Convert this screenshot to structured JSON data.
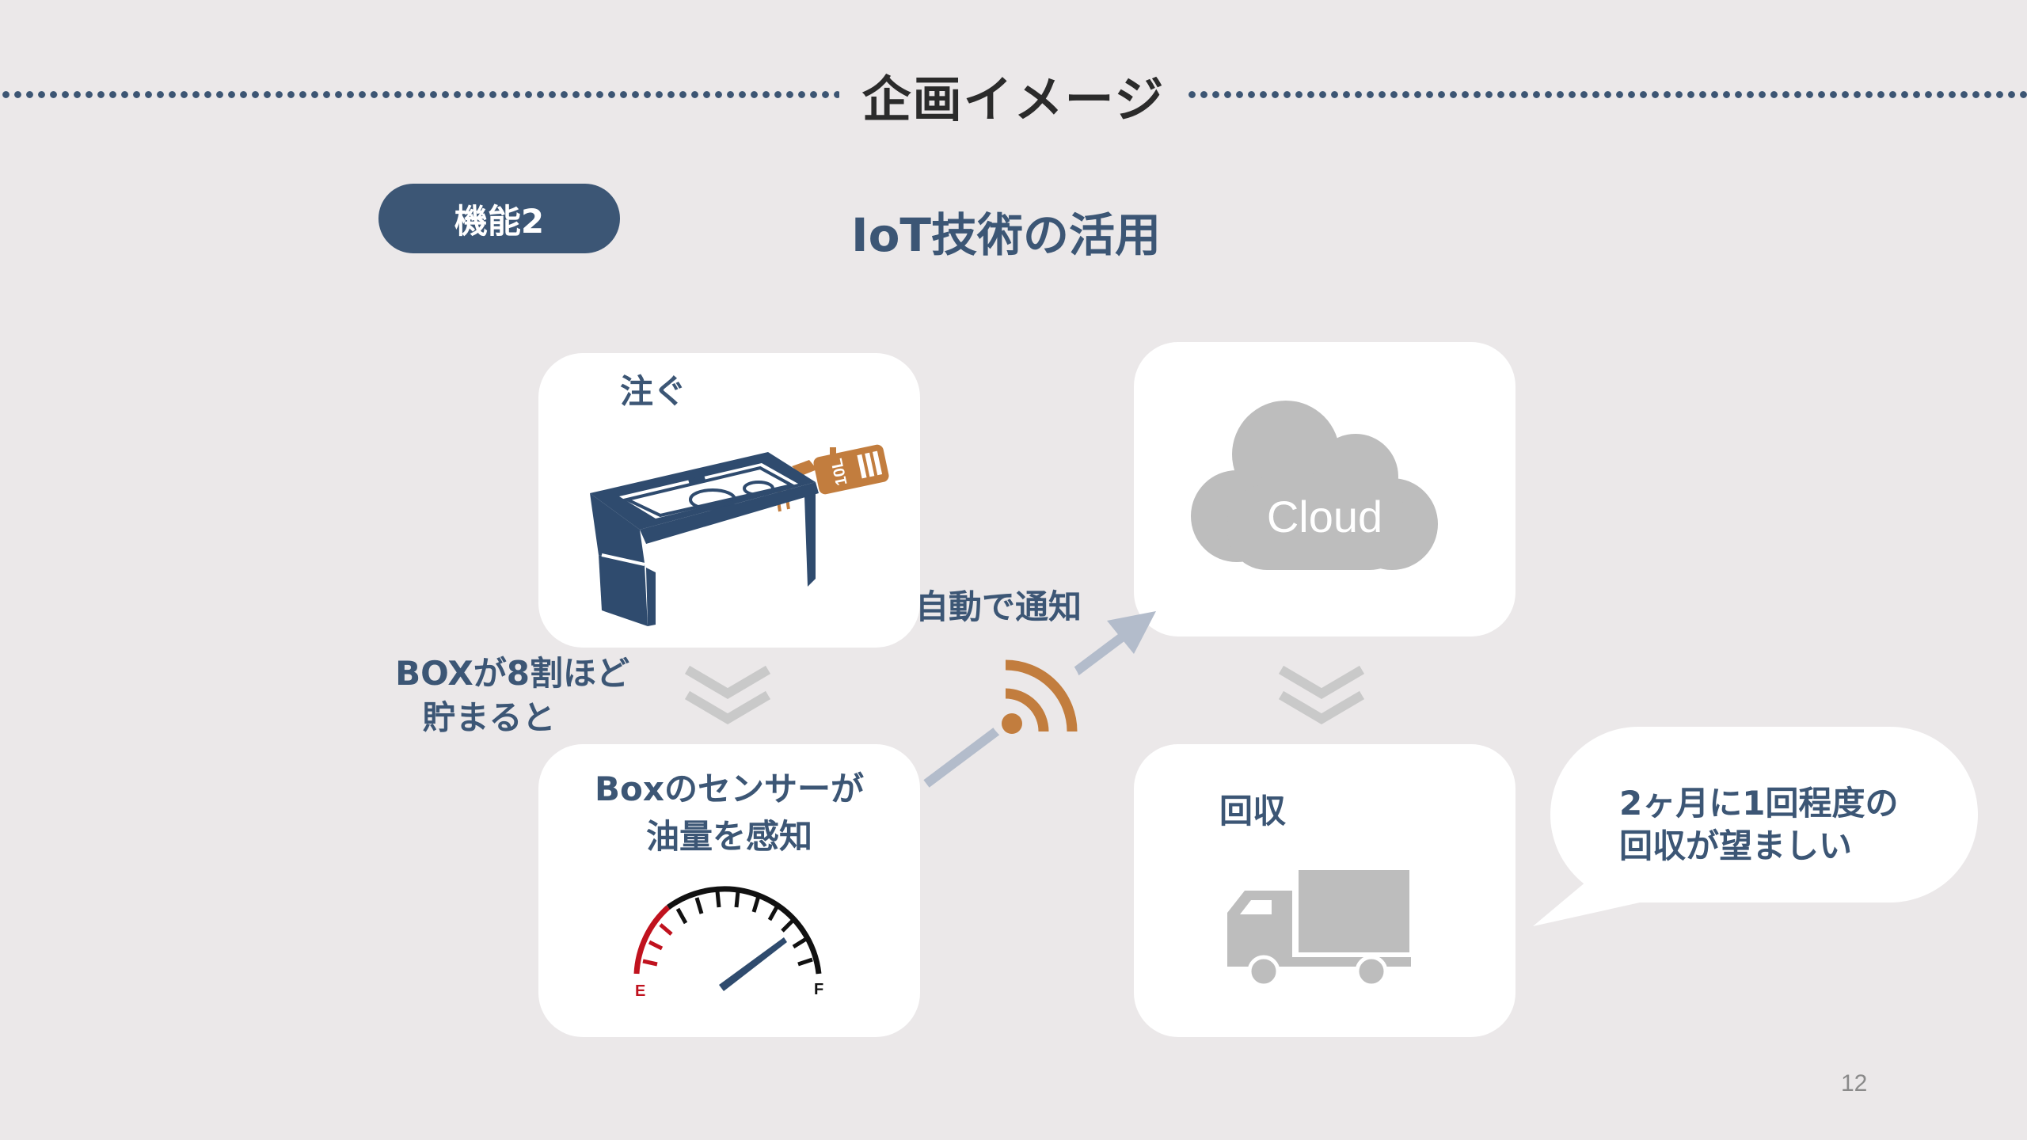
{
  "slide": {
    "heading": "企画イメージ",
    "badge": "機能2",
    "subtitle": "IoT技術の活用",
    "page_number": "12"
  },
  "steps": {
    "pour": {
      "label": "注ぐ",
      "bottle_text": "10L"
    },
    "sensor": {
      "line1": "Boxのセンサーが",
      "line2": "油量を感知",
      "gauge_empty": "E",
      "gauge_full": "F"
    },
    "cloud": {
      "label": "Cloud"
    },
    "collect": {
      "label": "回収"
    }
  },
  "annotations": {
    "box_fill_line1": "BOXが8割ほど",
    "box_fill_line2": "貯まると",
    "auto_notify": "自動で通知",
    "bubble_line1": "2ヶ月に1回程度の",
    "bubble_line2": "回収が望ましい"
  },
  "colors": {
    "navy": "#3c5675",
    "background": "#ebe8e9",
    "card": "#ffffff",
    "brown": "#c27d3e",
    "gray_icon": "#bdbdbd",
    "arrow": "#b3bccb",
    "chevron": "#c9c9c9",
    "gauge_red": "#c0121e"
  },
  "icons": [
    "oil-collection-box-icon",
    "oil-bottle-icon",
    "fuel-gauge-icon",
    "cloud-icon",
    "wifi-signal-icon",
    "truck-icon",
    "chevron-down-icon",
    "arrow-up-right-icon"
  ]
}
